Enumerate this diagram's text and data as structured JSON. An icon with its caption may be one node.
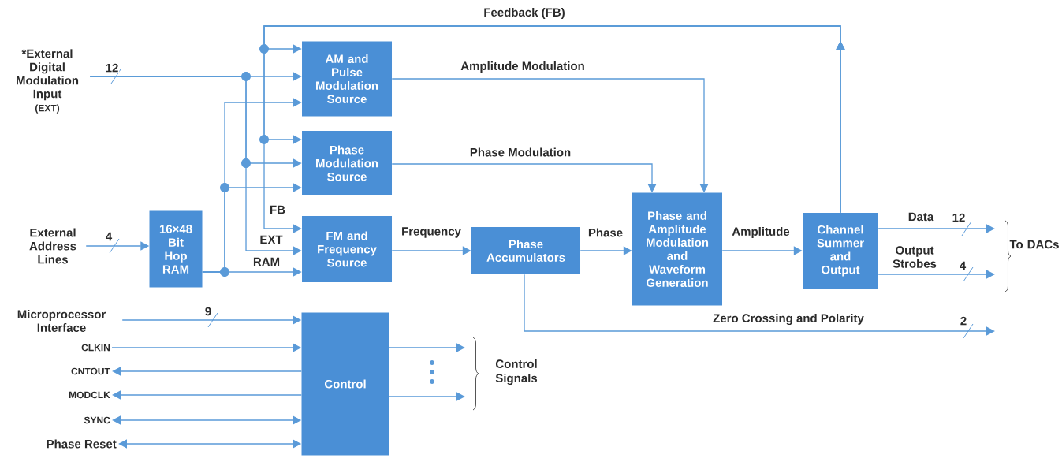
{
  "diagram": {
    "nodes": [
      {
        "text": [
          "AM and Pulse Modulation Source"
        ]
      },
      {
        "text": [
          "Phase Modulation Source"
        ]
      },
      {
        "text": [
          "16×48 Bit Hop RAM"
        ]
      },
      {
        "text": [
          "FM and Frequency Source"
        ]
      },
      {
        "text": [
          "Phase Accumulators"
        ]
      },
      {
        "text": [
          "Phase and Amplitude Modulation and Waveform Generation"
        ]
      },
      {
        "text": [
          "Channel Summer and Output"
        ]
      },
      {
        "text": [
          "Control"
        ]
      },
      {
        "text": [
          "*External Digital Modulation Input",
          "(EXT)"
        ]
      },
      {
        "text": [
          "External Address Lines"
        ]
      },
      {
        "text": [
          "Microprocessor Interface"
        ]
      },
      {
        "text": [
          "CLKIN"
        ]
      },
      {
        "text": [
          "CNTOUT"
        ]
      },
      {
        "text": [
          "MODCLK"
        ]
      },
      {
        "text": [
          "SYNC"
        ]
      },
      {
        "text": [
          "Phase Reset"
        ]
      }
    ],
    "edges": [
      {
        "from": 6,
        "to": 0,
        "arrow": "to",
        "label": "Feedback (FB)"
      },
      {
        "from": 6,
        "to": 1,
        "arrow": "to"
      },
      {
        "from": 6,
        "to": 3,
        "arrow": "to",
        "label": "FB"
      },
      {
        "from": 8,
        "to": 0,
        "arrow": "to"
      },
      {
        "from": 8,
        "to": 1,
        "arrow": "to"
      },
      {
        "from": 8,
        "to": 3,
        "arrow": "to",
        "label": "EXT"
      },
      {
        "from": 2,
        "to": 0,
        "arrow": "to"
      },
      {
        "from": 2,
        "to": 1,
        "arrow": "to"
      },
      {
        "from": 2,
        "to": 3,
        "arrow": "to",
        "label": "RAM"
      },
      {
        "from": 9,
        "to": 2,
        "arrow": "to"
      },
      {
        "from": 0,
        "to": 5,
        "arrow": "to",
        "label": "Amplitude Modulation"
      },
      {
        "from": 1,
        "to": 5,
        "arrow": "to",
        "label": "Phase Modulation"
      },
      {
        "from": 3,
        "to": 4,
        "arrow": "to",
        "label": "Frequency"
      },
      {
        "from": 4,
        "to": 5,
        "arrow": "to",
        "label": "Phase"
      },
      {
        "from": 5,
        "to": 6,
        "arrow": "to",
        "label": "Amplitude"
      },
      {
        "from": 6,
        "to": null,
        "arrow": "to",
        "label": "Data"
      },
      {
        "from": 6,
        "to": null,
        "arrow": "to",
        "label": "Output Strobes"
      },
      {
        "from": 4,
        "to": null,
        "arrow": "to",
        "label": "Zero Crossing and Polarity"
      },
      {
        "from": 10,
        "to": 7,
        "arrow": "to"
      },
      {
        "from": 11,
        "to": 7,
        "arrow": "to"
      },
      {
        "from": 7,
        "to": 12,
        "arrow": "to"
      },
      {
        "from": 7,
        "to": 13,
        "arrow": "to"
      },
      {
        "from": 14,
        "to": 7,
        "arrow": "both"
      },
      {
        "from": 15,
        "to": 7,
        "arrow": "both"
      },
      {
        "from": 7,
        "to": null,
        "arrow": "to"
      },
      {
        "from": 7,
        "to": null,
        "arrow": "to"
      }
    ],
    "labels": [
      "12",
      "4",
      "9",
      "12",
      "4",
      "2",
      "To DACs",
      "Control Signals"
    ]
  }
}
